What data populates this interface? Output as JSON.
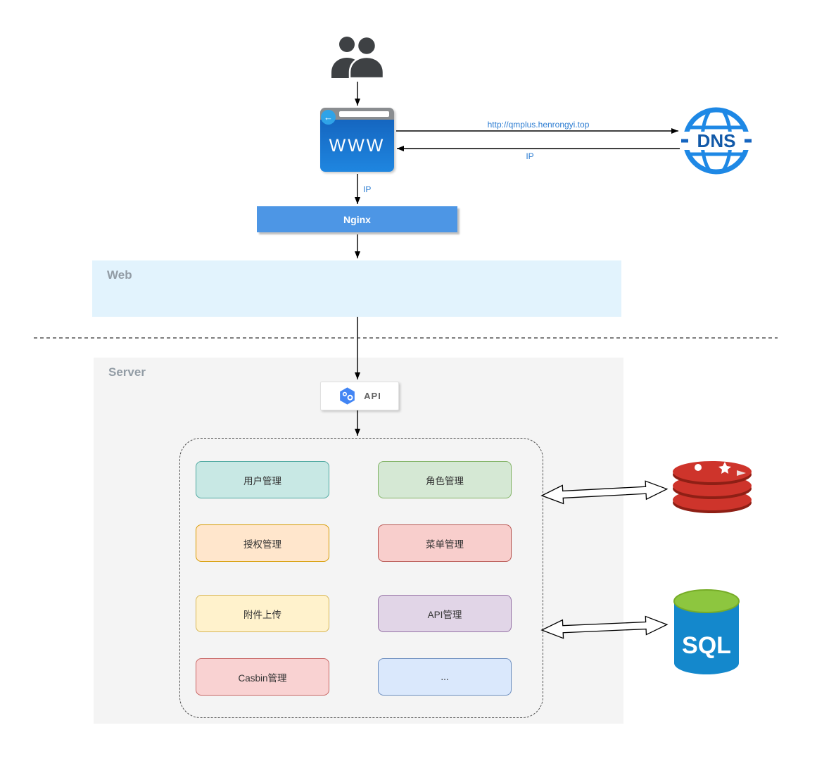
{
  "diagram": {
    "icons": {
      "users": "users-icon",
      "browser_back": "arrow-left-icon",
      "dns": "dns-globe-icon",
      "api": "api-hexagon-icon",
      "redis": "redis-stack-icon",
      "sql": "sql-database-cylinder-icon"
    },
    "browser": {
      "label": "WWW"
    },
    "dns": {
      "label": "DNS",
      "request_label": "http://qmplus.henrongyi.top",
      "response_label": "IP"
    },
    "nginx": {
      "label": "Nginx",
      "ip_label": "IP"
    },
    "regions": {
      "web": {
        "label": "Web"
      },
      "server": {
        "label": "Server"
      }
    },
    "api": {
      "label": "API"
    },
    "modules": [
      {
        "label": "用户管理",
        "fill": "#C8E8E4",
        "border": "#4FA8A0"
      },
      {
        "label": "角色管理",
        "fill": "#D5E8D4",
        "border": "#82B366"
      },
      {
        "label": "授权管理",
        "fill": "#FFE6CC",
        "border": "#D79B00"
      },
      {
        "label": "菜单管理",
        "fill": "#F8CECC",
        "border": "#B85450"
      },
      {
        "label": "附件上传",
        "fill": "#FFF2CC",
        "border": "#D6B656"
      },
      {
        "label": "API管理",
        "fill": "#E1D5E7",
        "border": "#9673A6"
      },
      {
        "label": "Casbin管理",
        "fill": "#F9D2D2",
        "border": "#C86664"
      },
      {
        "label": "...",
        "fill": "#DAE8FC",
        "border": "#6C8EBF"
      }
    ],
    "datastores": {
      "sql": {
        "label": "SQL"
      }
    },
    "colors": {
      "arrow": "#000000",
      "edge_label": "#2D7DD2",
      "nginx_fill": "#4D96E5",
      "web_region_fill": "#E2F3FD",
      "server_region_fill": "#F4F4F4",
      "browser_body": "#1C7BD4",
      "dns_blue": "#1E88E5",
      "redis_red": "#CE342B",
      "sql_blue": "#1488CC",
      "sql_green": "#8DC63F",
      "api_hex": "#4285F4"
    }
  }
}
